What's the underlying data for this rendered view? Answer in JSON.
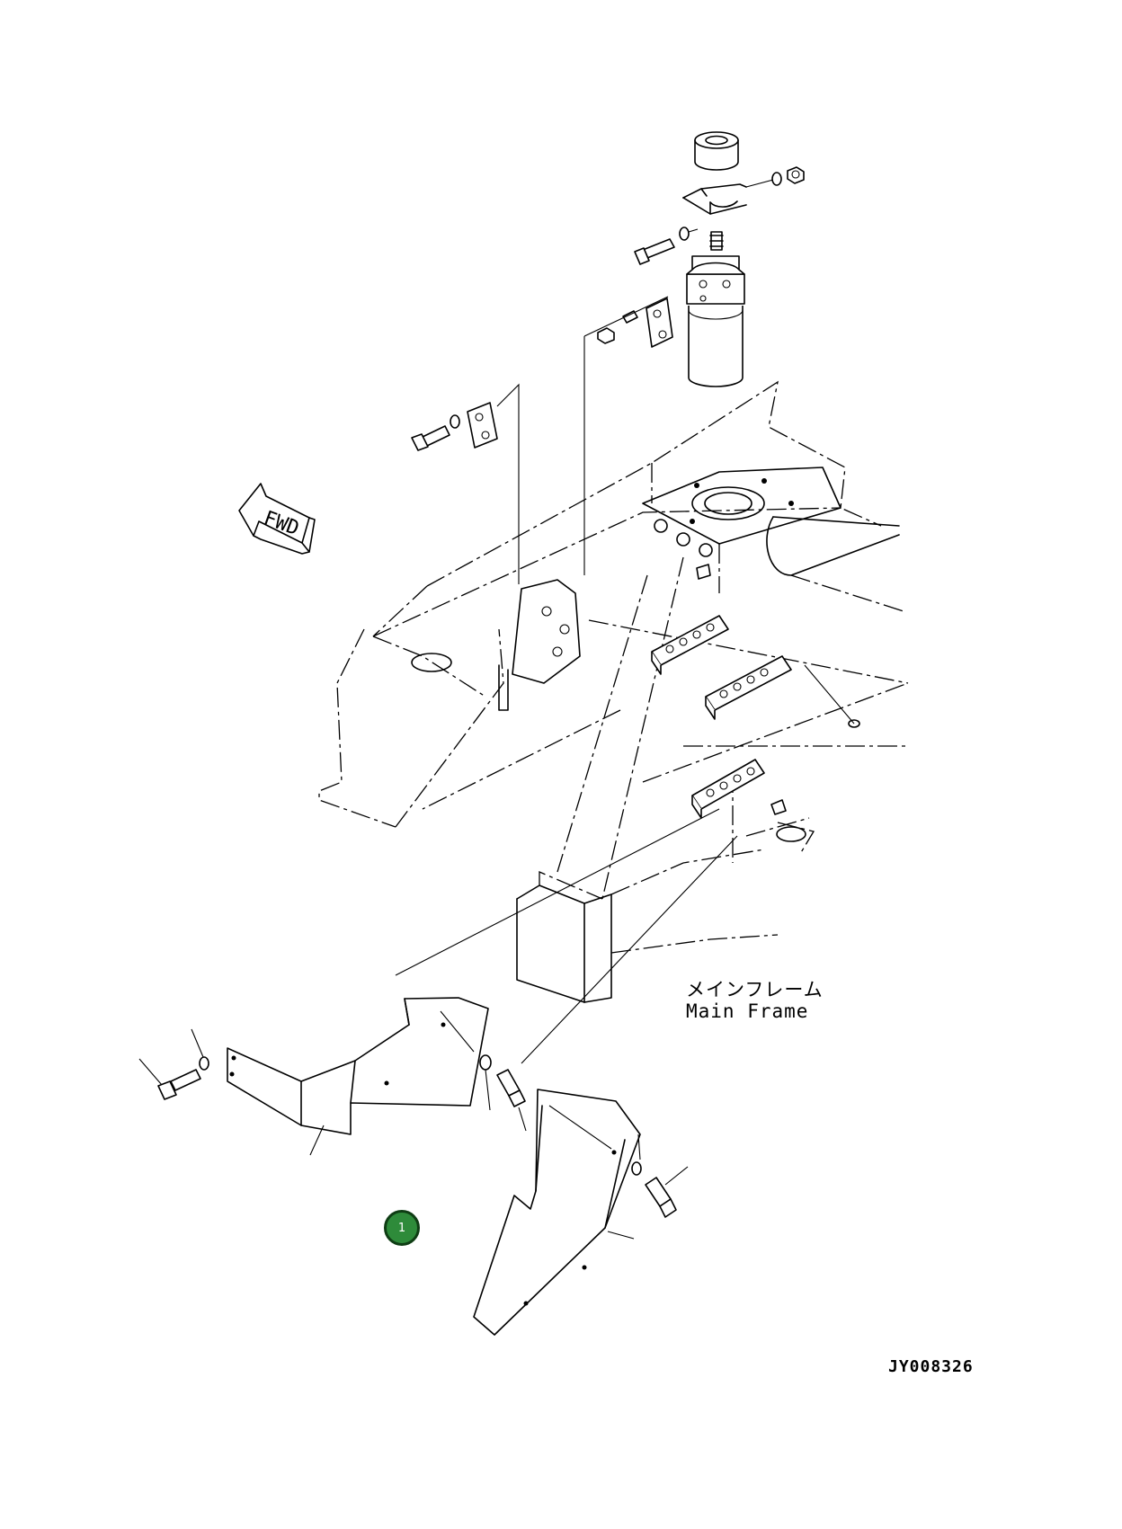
{
  "frame_label": {
    "japanese": "メインフレーム",
    "english": "Main Frame"
  },
  "direction_arrow": {
    "text": "FWD"
  },
  "drawing_code": "JY008326",
  "callouts": [
    {
      "number": "1",
      "color": "#2e8b3a"
    }
  ]
}
